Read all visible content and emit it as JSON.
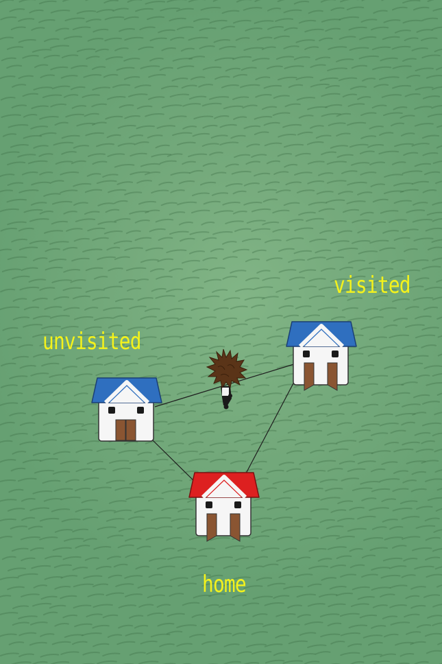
{
  "scene": {
    "background_color": "#75aa7c",
    "path_color": "#1e1e1e"
  },
  "houses": [
    {
      "id": "unvisited",
      "label": "unvisited",
      "roof_color": "#2f6fbf",
      "door": "closed"
    },
    {
      "id": "visited",
      "label": "visited",
      "roof_color": "#2f6fbf",
      "door": "open"
    },
    {
      "id": "home",
      "label": "home",
      "roof_color": "#dd2020",
      "door": "open"
    }
  ],
  "label_color": "#f4f21c",
  "player": {
    "icon": "spiky-hair-character-icon",
    "hair_color": "#5a3418"
  }
}
